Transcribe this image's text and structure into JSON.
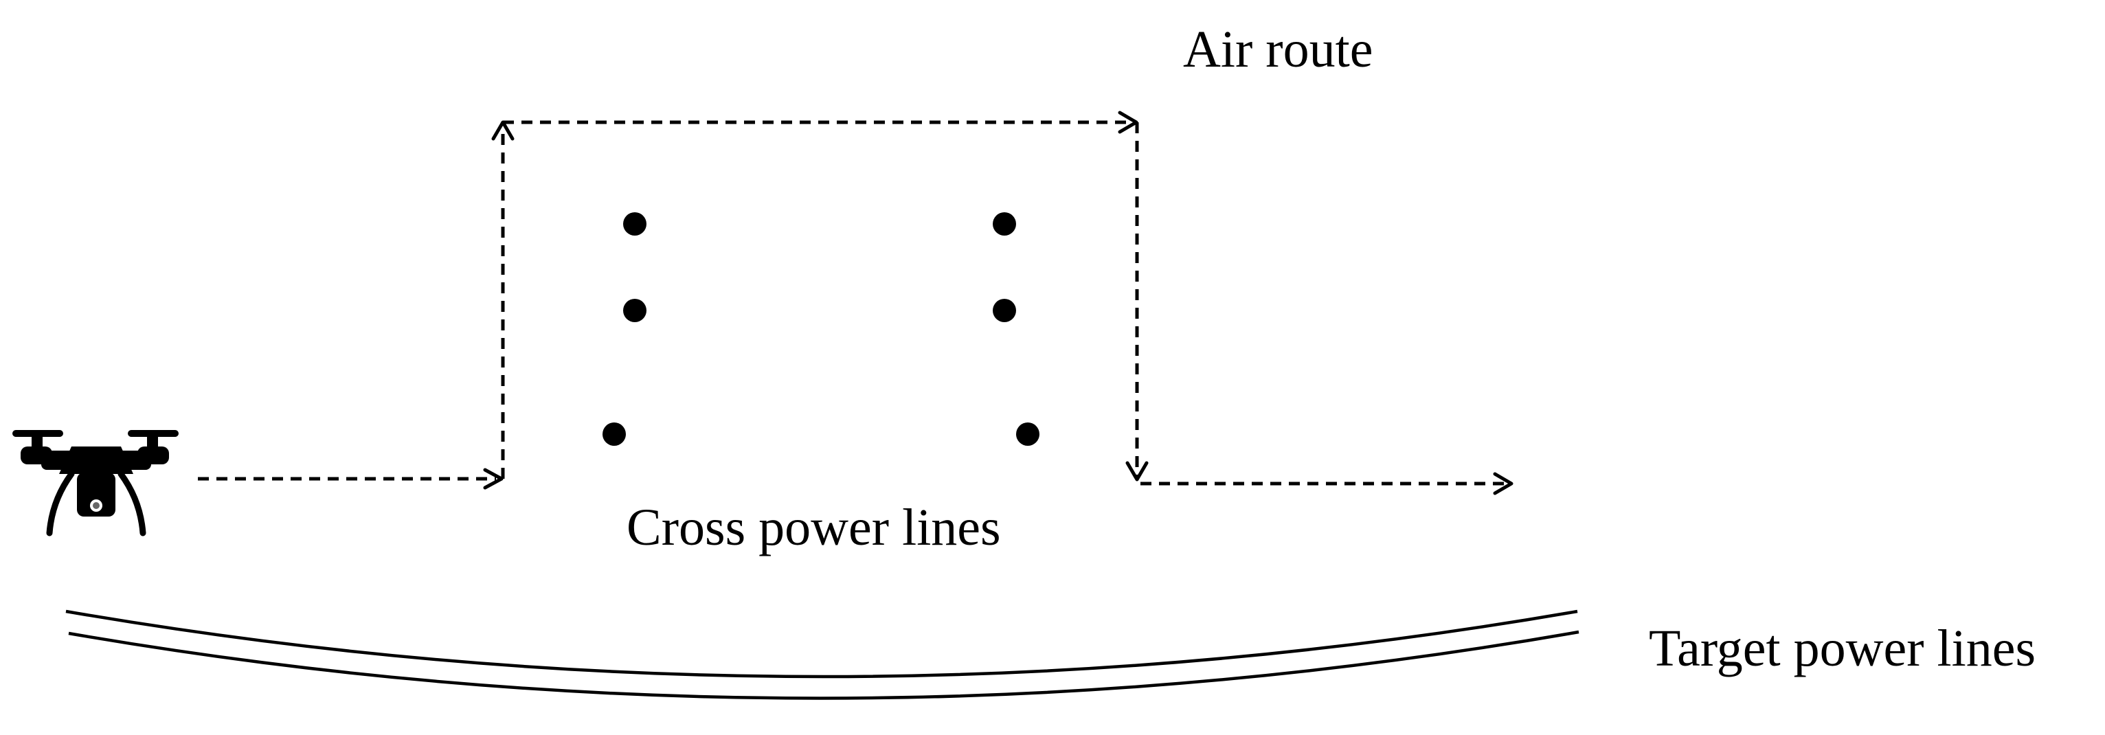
{
  "labels": {
    "air_route": "Air route",
    "cross_power_lines": "Cross power lines",
    "target_power_lines": "Target power lines"
  },
  "icons": {
    "drone": "drone-icon"
  },
  "colors": {
    "ink": "#000000",
    "background": "#ffffff"
  }
}
